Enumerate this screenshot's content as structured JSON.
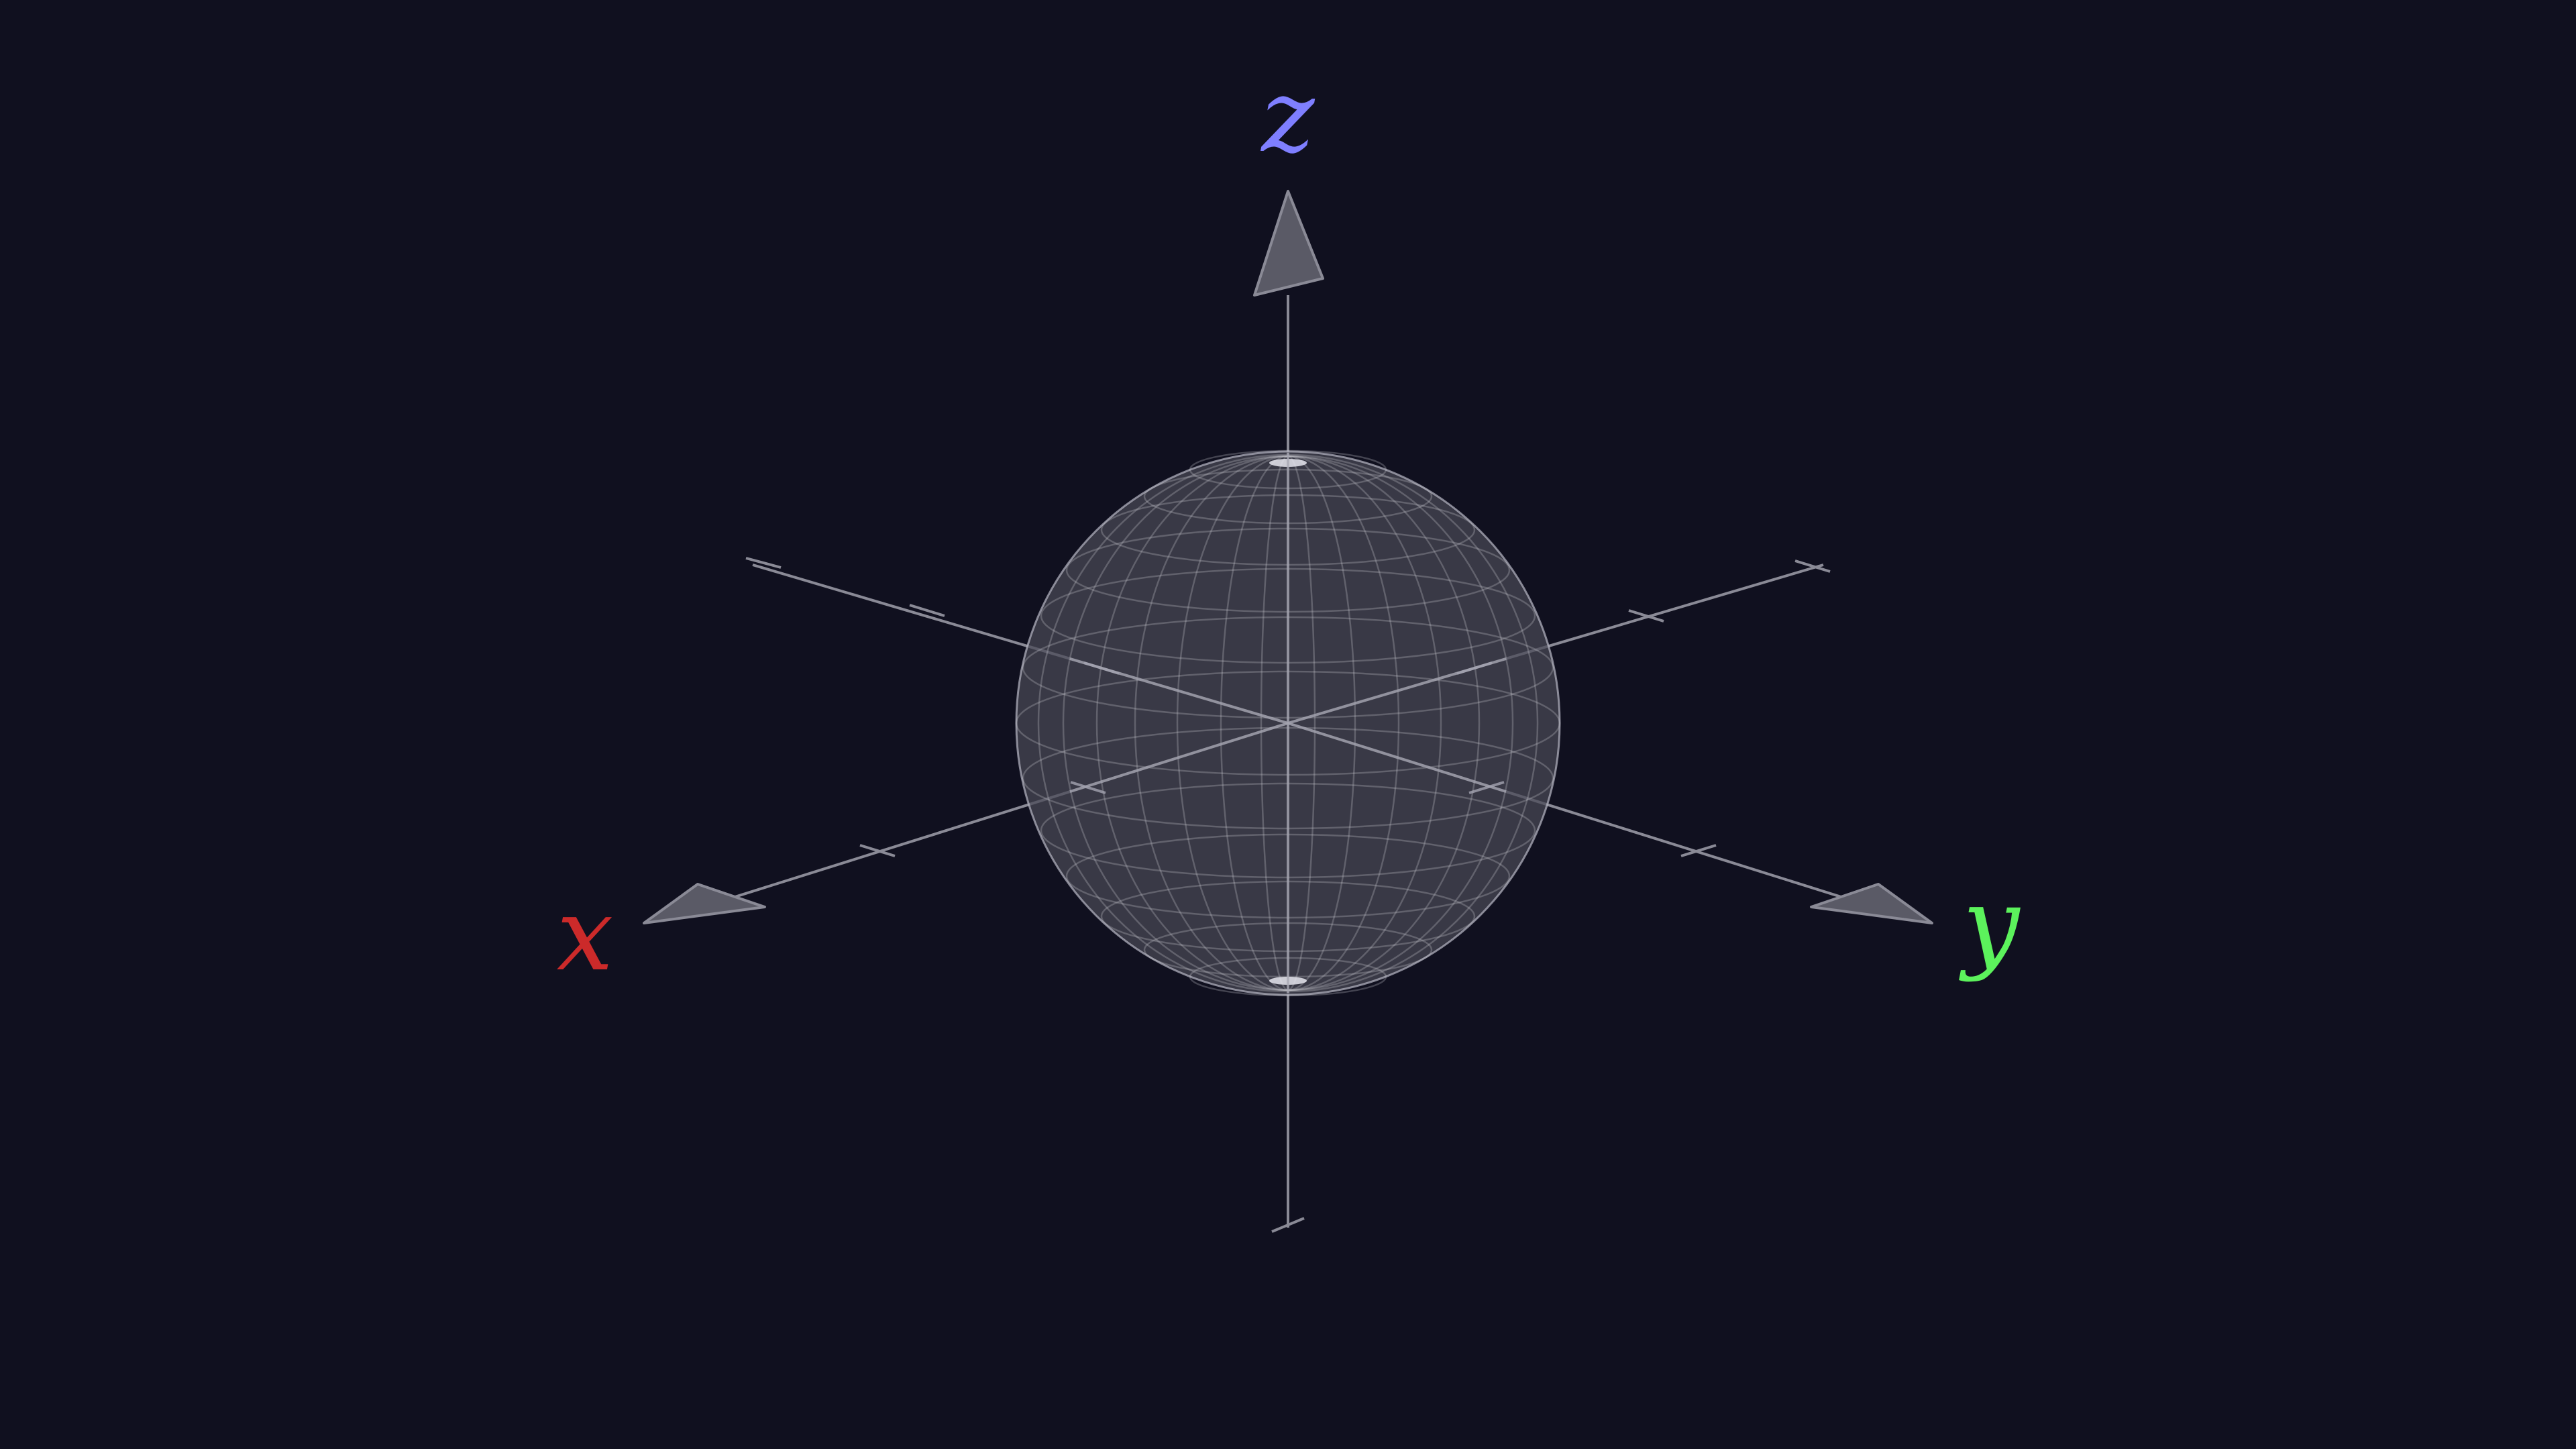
{
  "axes": {
    "x": {
      "label": "x",
      "color": "#cc2a2a"
    },
    "y": {
      "label": "y",
      "color": "#5cf25c"
    },
    "z": {
      "label": "z",
      "color": "#7f7fff"
    }
  },
  "theme": {
    "background": "#10101f",
    "axis_color": "#8a8a96",
    "sphere_fill": "#4a4a56",
    "grid_color": "#c8c8d2"
  }
}
